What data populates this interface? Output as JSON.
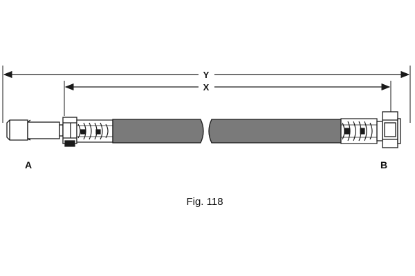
{
  "diagram": {
    "dimension_y": "Y",
    "dimension_x": "X",
    "end_a": "A",
    "end_b": "B",
    "caption": "Fig. 118"
  },
  "colors": {
    "line": "#1a1a1a",
    "hose": "#7a7a7a",
    "fitting": "#ffffff"
  }
}
